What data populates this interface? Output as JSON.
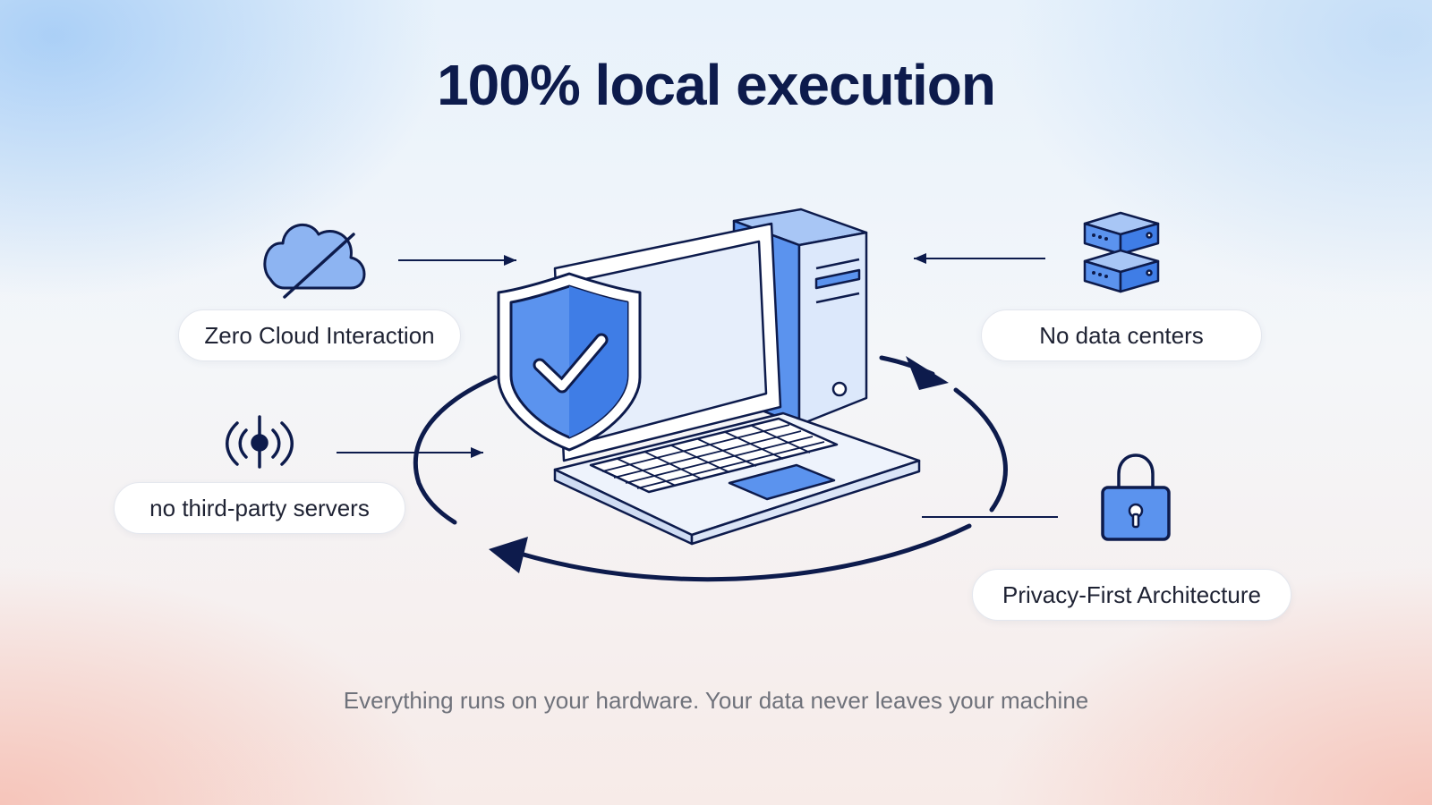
{
  "title": "100% local execution",
  "features": {
    "cloud": "Zero Cloud Interaction",
    "datacenters": "No data centers",
    "servers": "no third-party servers",
    "privacy": "Privacy-First Architecture"
  },
  "subtitle": "Everything runs on your hardware. Your data never leaves your machine",
  "icons": [
    "cloud-off-icon",
    "server-stack-icon",
    "broadcast-signal-icon",
    "padlock-icon",
    "shield-check-icon",
    "laptop-icon",
    "desktop-tower-icon"
  ],
  "colors": {
    "navy": "#0d1b4c",
    "blue": "#5b93ee",
    "light_blue": "#dce8fb"
  }
}
